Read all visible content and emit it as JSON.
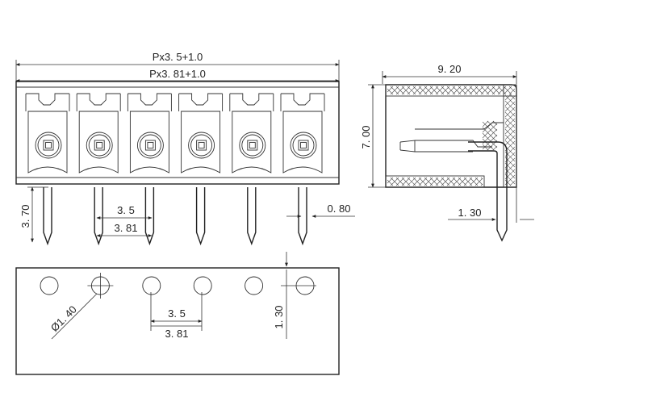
{
  "front_view": {
    "pitch_formula_a": "Px3. 5+1.0",
    "pitch_formula_b": "Px3. 81+1.0",
    "pin_length": "3. 70",
    "pitch_a": "3. 5",
    "pitch_b": "3. 81",
    "pin_width": "0. 80",
    "positions": 6
  },
  "side_view": {
    "depth": "9. 20",
    "height": "7. 00",
    "pin_offset": "1. 30"
  },
  "pcb_layout": {
    "hole_diameter": "Ø1. 40",
    "pitch_a": "3. 5",
    "pitch_b": "3. 81",
    "row_offset": "1. 30",
    "holes": 6
  }
}
